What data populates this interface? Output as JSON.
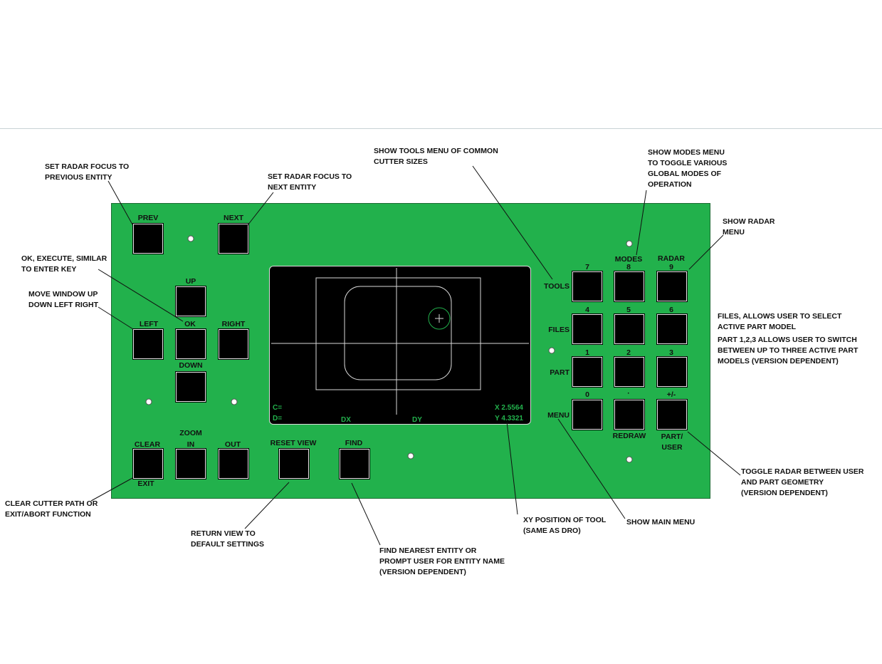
{
  "keys": {
    "prev": "PREV",
    "next": "NEXT",
    "up": "UP",
    "left": "LEFT",
    "ok": "OK",
    "right": "RIGHT",
    "down": "DOWN",
    "zoom": "ZOOM",
    "clear": "CLEAR",
    "exit": "EXIT",
    "in": "IN",
    "out": "OUT",
    "reset_view": "RESET VIEW",
    "find": "FIND",
    "tools": "TOOLS",
    "files": "FILES",
    "part": "PART",
    "menu": "MENU",
    "modes": "MODES",
    "radar": "RADAR",
    "k7": "7",
    "k8": "8",
    "k9": "9",
    "k4": "4",
    "k5": "5",
    "k6": "6",
    "k1": "1",
    "k2": "2",
    "k3": "3",
    "k0": "0",
    "kdot": "·",
    "kpm": "+/-",
    "redraw": "REDRAW",
    "part_user_1": "PART/",
    "part_user_2": "USER"
  },
  "screen": {
    "c": "C=",
    "d": "D=",
    "dx": "DX",
    "dy": "DY",
    "x": "X 2.5564",
    "y": "Y 4.3321"
  },
  "annotations": {
    "prev": [
      "SET RADAR FOCUS TO",
      "PREVIOUS ENTITY"
    ],
    "next": [
      "SET RADAR FOCUS TO",
      "NEXT ENTITY"
    ],
    "tools": [
      "SHOW TOOLS MENU OF COMMON",
      "CUTTER SIZES"
    ],
    "modes": [
      "SHOW MODES MENU",
      "TO TOGGLE VARIOUS",
      "GLOBAL MODES OF",
      "OPERATION"
    ],
    "radar": [
      "SHOW RADAR",
      "MENU"
    ],
    "ok": [
      "OK, EXECUTE, SIMILAR",
      "TO ENTER KEY"
    ],
    "move": [
      "MOVE WINDOW UP",
      "DOWN LEFT RIGHT"
    ],
    "files": [
      "FILES, ALLOWS USER TO SELECT",
      "ACTIVE PART MODEL"
    ],
    "part": [
      "PART 1,2,3 ALLOWS USER TO SWITCH",
      "BETWEEN UP TO THREE ACTIVE PART",
      "MODELS (VERSION DEPENDENT)"
    ],
    "toggle": [
      "TOGGLE RADAR BETWEEN USER",
      "AND PART GEOMETRY",
      "(VERSION DEPENDENT)"
    ],
    "clear": [
      "CLEAR CUTTER PATH OR",
      "EXIT/ABORT FUNCTION"
    ],
    "reset": [
      "RETURN VIEW TO",
      "DEFAULT SETTINGS"
    ],
    "find": [
      "FIND NEAREST ENTITY OR",
      "PROMPT USER FOR ENTITY NAME",
      "(VERSION DEPENDENT)"
    ],
    "xy": [
      "XY POSITION OF TOOL",
      "(SAME AS DRO)"
    ],
    "menu": [
      "SHOW MAIN MENU"
    ]
  }
}
